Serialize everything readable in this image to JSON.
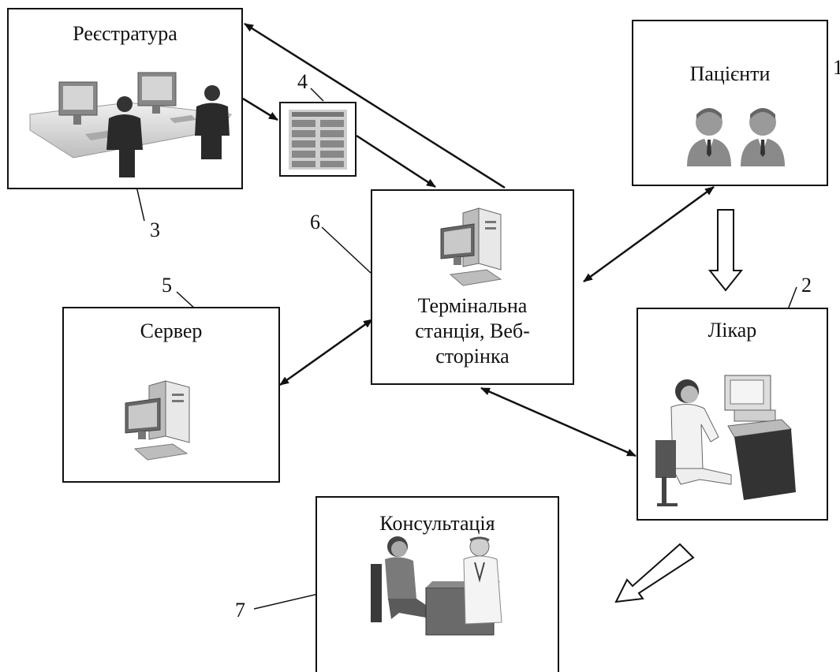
{
  "nodes": {
    "registry": {
      "title": "Реєстратура"
    },
    "patients": {
      "title": "Пацієнти"
    },
    "terminal": {
      "title_line1": "Термінальна",
      "title_line2": "станція, Веб-",
      "title_line3": "сторінка"
    },
    "server": {
      "title": "Сервер"
    },
    "doctor": {
      "title": "Лікар"
    },
    "consultation": {
      "title": "Консультація"
    }
  },
  "numbers": {
    "n1": "1",
    "n2": "2",
    "n3": "3",
    "n4": "4",
    "n5": "5",
    "n6": "6",
    "n7": "7"
  },
  "icons": {
    "registry": "registry-workstation-icon",
    "patients": "patients-icon",
    "terminal": "computer-icon",
    "server": "server-computer-icon",
    "doctor": "doctor-at-desk-icon",
    "consultation": "consultation-icon",
    "document": "document-icon"
  }
}
